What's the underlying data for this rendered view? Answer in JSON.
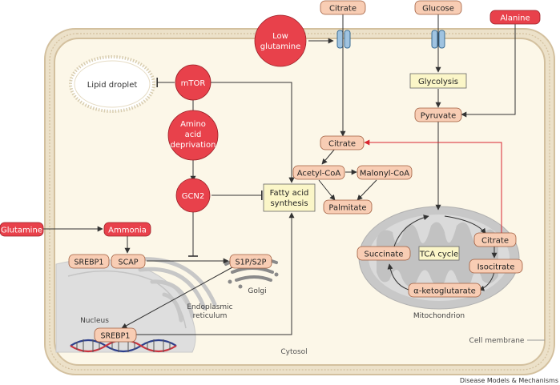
{
  "nodes": {
    "citrate_top": "Citrate",
    "glucose": "Glucose",
    "alanine": "Alanine",
    "low_glutamine_1": "Low",
    "low_glutamine_2": "glutamine",
    "lipid_droplet": "Lipid droplet",
    "mtor": "mTOR",
    "amino_1": "Amino",
    "amino_2": "acid",
    "amino_3": "deprivation",
    "gcn2": "GCN2",
    "glycolysis": "Glycolysis",
    "pyruvate": "Pyruvate",
    "citrate_cyto": "Citrate",
    "acetyl_coa": "Acetyl-CoA",
    "malonyl_coa": "Malonyl-CoA",
    "palmitate": "Palmitate",
    "fa_synth_1": "Fatty acid",
    "fa_synth_2": "synthesis",
    "glutamine": "Glutamine",
    "ammonia": "Ammonia",
    "srebp1_er": "SREBP1",
    "scap": "SCAP",
    "s1p_s2p": "S1P/S2P",
    "golgi": "Golgi",
    "er_1": "Endoplasmic",
    "er_2": "reticulum",
    "nucleus": "Nucleus",
    "srebp1_nuc": "SREBP1",
    "succinate": "Succinate",
    "tca_cycle": "TCA cycle",
    "citrate_mito": "Citrate",
    "isocitrate": "Isocitrate",
    "akg": "α-ketoglutarate",
    "mitochondrion": "Mitochondrion",
    "cell_membrane": "Cell membrane",
    "cytosol": "Cytosol"
  },
  "credit": "Disease Models & Mechanisms",
  "colors": {
    "red_node": "#e8414b",
    "salmon_node": "#f8cdb4",
    "yellow_box": "#fbf6c8",
    "cell_fill": "#fbf6e6",
    "membrane": "#d8c6a6",
    "arrow_red": "#d9262f"
  }
}
